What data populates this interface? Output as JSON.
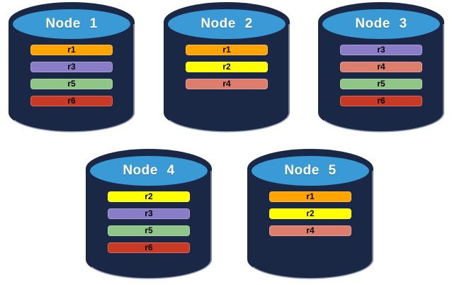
{
  "colors": {
    "background": "#FFFFFF",
    "cylinder_body": "#1A2846",
    "cylinder_top": "#3A9AD6",
    "edge_highlight": "#A9B3CC",
    "node_label_color": "#FFFFFF",
    "bar_label_color": "#000000"
  },
  "nodes": [
    {
      "label": "Node 1",
      "replicas": [
        {
          "label": "r1",
          "color": "#FFA400"
        },
        {
          "label": "r3",
          "color": "#8B7CC8"
        },
        {
          "label": "r5",
          "color": "#8FC687"
        },
        {
          "label": "r6",
          "color": "#C93A24"
        }
      ]
    },
    {
      "label": "Node 2",
      "replicas": [
        {
          "label": "r1",
          "color": "#FFA400"
        },
        {
          "label": "r2",
          "color": "#FFFF00"
        },
        {
          "label": "r4",
          "color": "#DD7E6C"
        }
      ]
    },
    {
      "label": "Node 3",
      "replicas": [
        {
          "label": "r3",
          "color": "#8B7CC8"
        },
        {
          "label": "r4",
          "color": "#DD7E6C"
        },
        {
          "label": "r5",
          "color": "#8FC687"
        },
        {
          "label": "r6",
          "color": "#C93A24"
        }
      ]
    },
    {
      "label": "Node 4",
      "replicas": [
        {
          "label": "r2",
          "color": "#FFFF00"
        },
        {
          "label": "r3",
          "color": "#8B7CC8"
        },
        {
          "label": "r5",
          "color": "#8FC687"
        },
        {
          "label": "r6",
          "color": "#C93A24"
        }
      ]
    },
    {
      "label": "Node 5",
      "replicas": [
        {
          "label": "r1",
          "color": "#FFA400"
        },
        {
          "label": "r2",
          "color": "#FFFF00"
        },
        {
          "label": "r4",
          "color": "#DD7E6C"
        }
      ]
    }
  ]
}
